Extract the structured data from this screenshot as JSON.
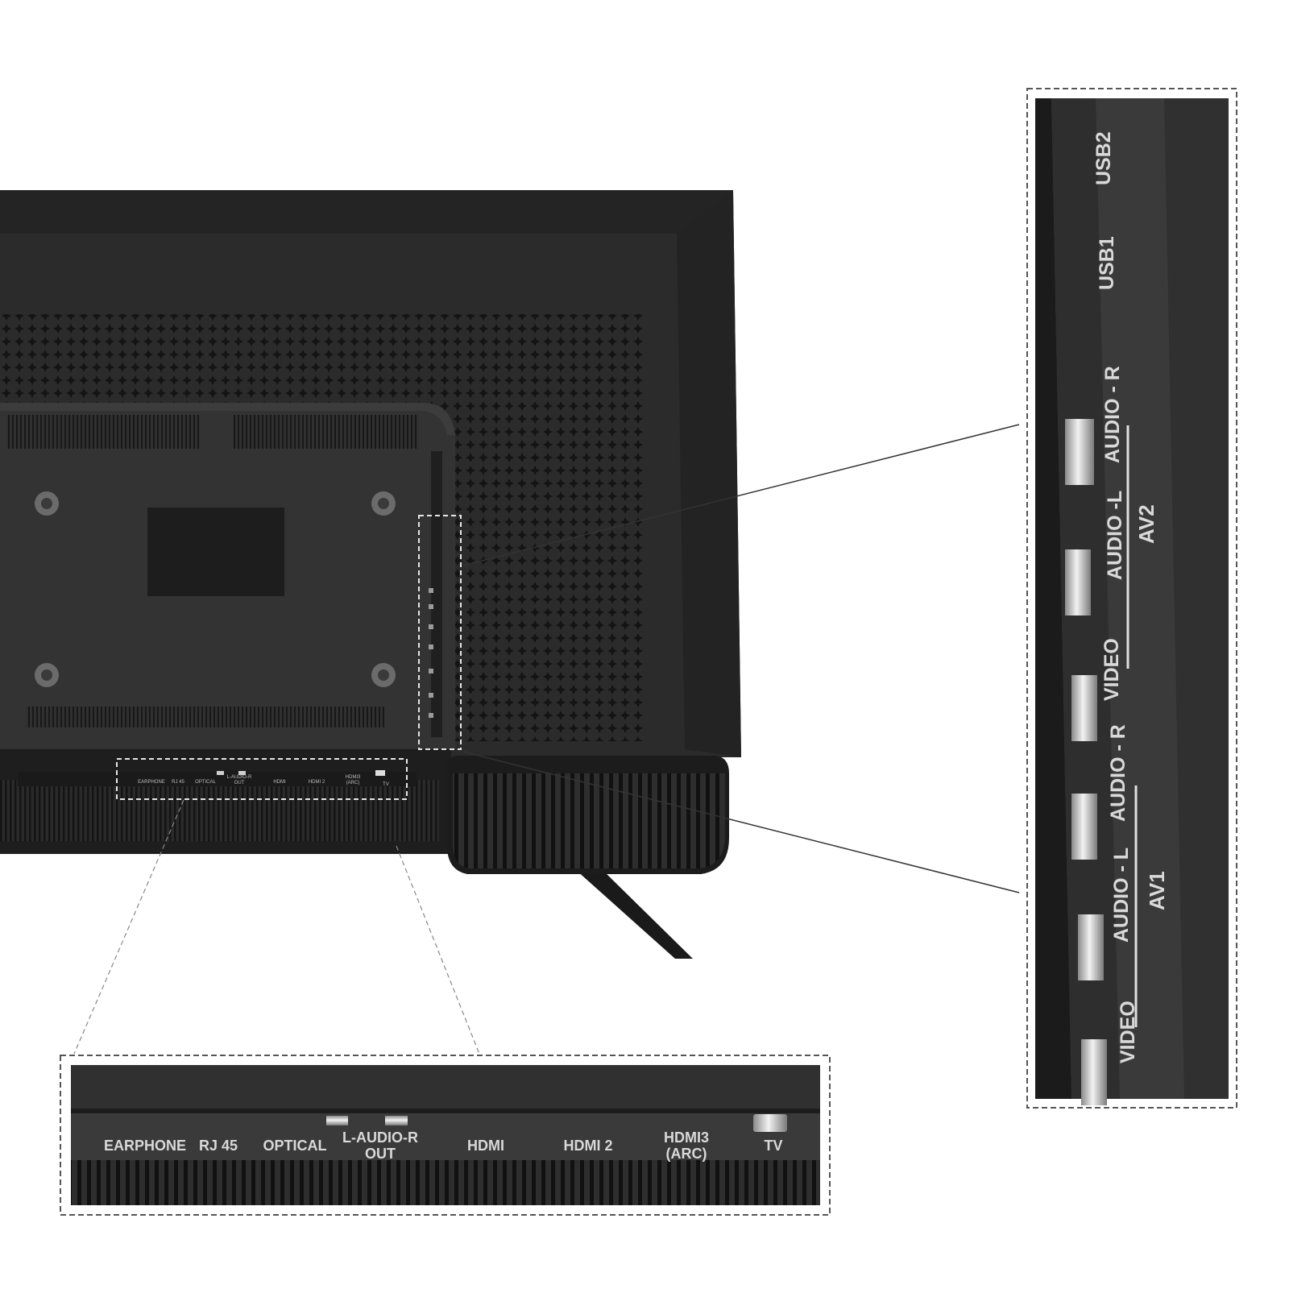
{
  "colors": {
    "background": "#ffffff",
    "tv_body": "#2b2b2b",
    "tv_body_dark": "#1c1c1c",
    "panel": "#333333",
    "label_text": "#d9d9d9",
    "callout_border": "#555555"
  },
  "callouts": {
    "bottom": {
      "ports": [
        {
          "label": "EARPHONE"
        },
        {
          "label": "RJ 45"
        },
        {
          "label": "OPTICAL"
        },
        {
          "label": "L-AUDIO-R",
          "label2": "OUT"
        },
        {
          "label": "HDMI"
        },
        {
          "label": "HDMI 2"
        },
        {
          "label": "HDMI3",
          "label2": "(ARC)"
        },
        {
          "label": "TV"
        }
      ]
    },
    "side": {
      "ports": [
        {
          "label": "USB2"
        },
        {
          "label": "USB1"
        },
        {
          "label": "AUDIO - R"
        },
        {
          "label": "AUDIO -L"
        },
        {
          "label": "AV2"
        },
        {
          "label": "VIDEO"
        },
        {
          "label": "AUDIO - R"
        },
        {
          "label": "AUDIO - L"
        },
        {
          "label": "AV1"
        },
        {
          "label": "VIDEO"
        }
      ]
    }
  },
  "mini_bottom_labels": [
    "EARPHONE",
    "RJ 45",
    "OPTICAL",
    "L-AUDIO-R",
    "OUT",
    "HDMI",
    "HDMI 2",
    "HDMI3",
    "(ARC)",
    "TV"
  ]
}
